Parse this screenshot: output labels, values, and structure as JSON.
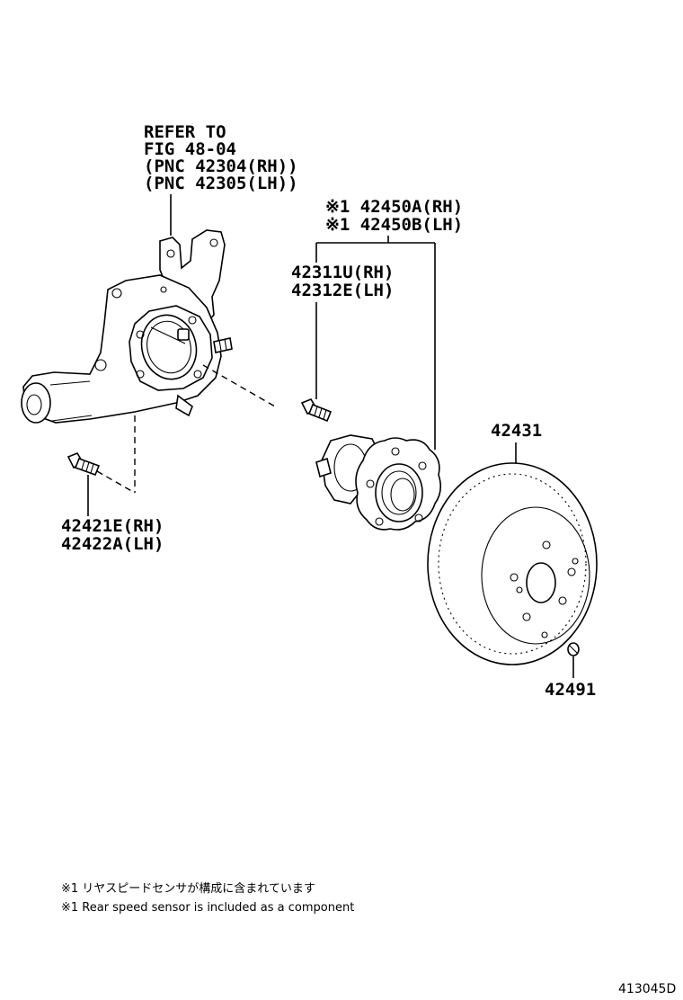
{
  "labels": {
    "knuckle_ref": [
      "REFER TO",
      "FIG 48-04",
      "(PNC 42304(RH))",
      "(PNC 42305(LH))"
    ],
    "hub_assy": [
      "※1 42450A(RH)",
      "※1 42450B(LH)"
    ],
    "sensor_bolt": [
      "42311U(RH)",
      "42312E(LH)"
    ],
    "knuckle_bolt": [
      "42421E(RH)",
      "42422A(LH)"
    ],
    "disc": "42431",
    "disc_screw": "42491"
  },
  "notes": {
    "japanese": "※1 リヤスピードセンサが構成に含まれています",
    "english": "※1 Rear speed sensor is included as a component"
  },
  "figure_code": "413045D"
}
